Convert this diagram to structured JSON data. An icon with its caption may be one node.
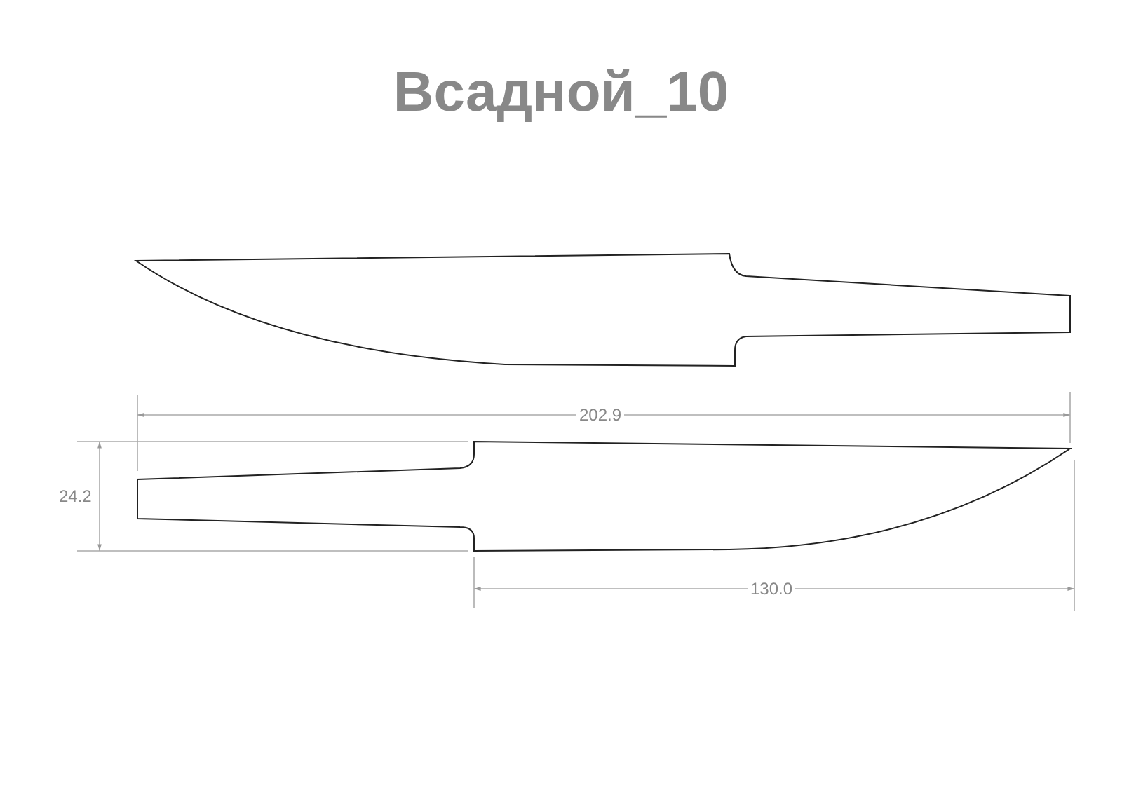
{
  "diagram": {
    "title": "Всадной_10",
    "labels": [
      "202.9",
      "24.2",
      "130.0"
    ]
  }
}
